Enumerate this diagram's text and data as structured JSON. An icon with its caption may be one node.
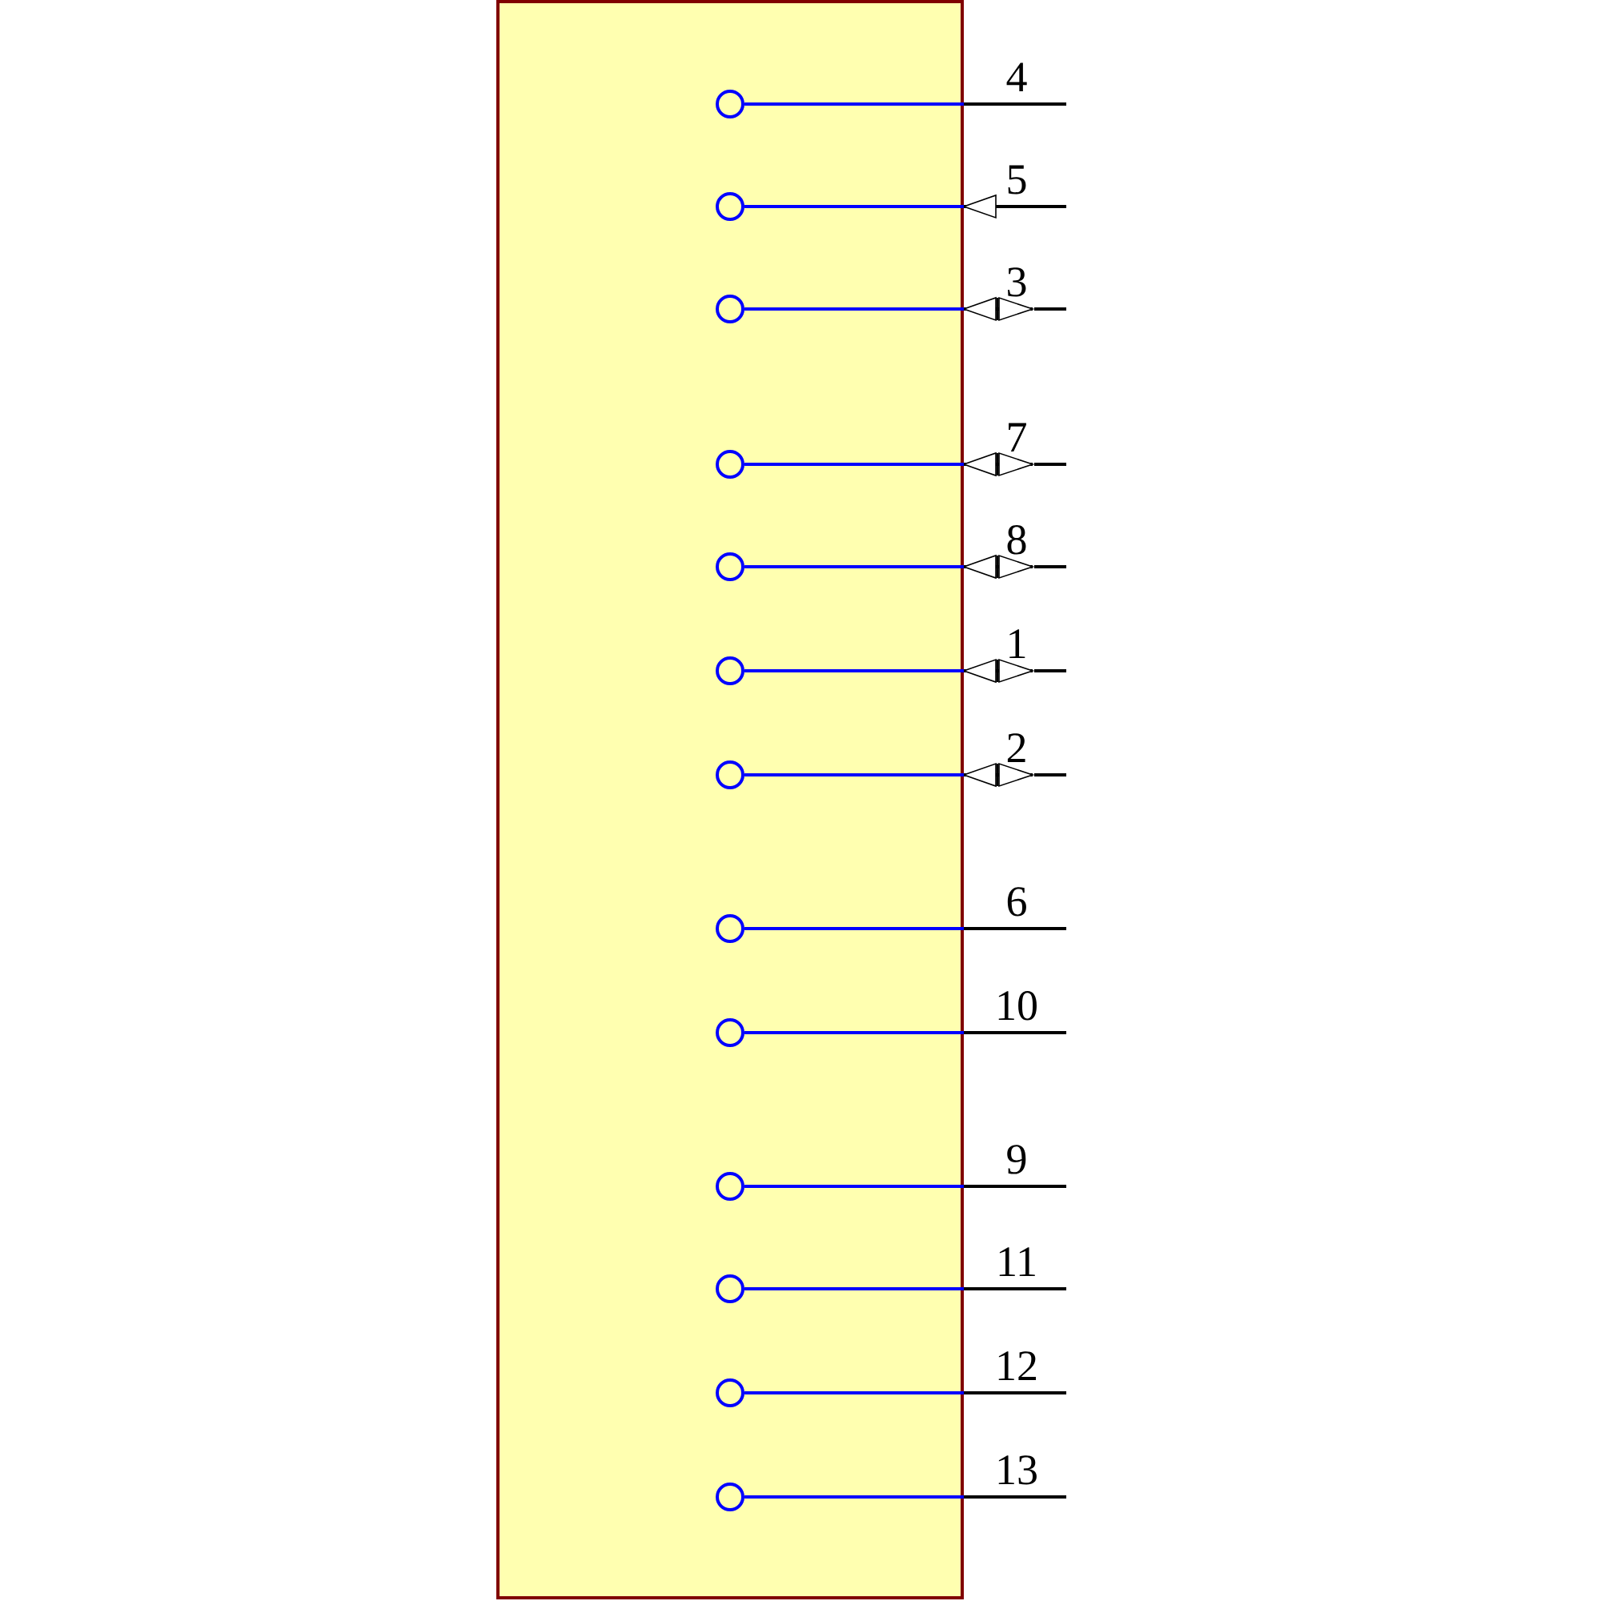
{
  "diagram": {
    "nodes": [
      {
        "text": [],
        "shape": "box"
      },
      {
        "text": [],
        "shape": "circle",
        "in": 0
      },
      {
        "text": [],
        "shape": "circle",
        "in": 0
      },
      {
        "text": [],
        "shape": "circle",
        "in": 0
      },
      {
        "text": [],
        "shape": "circle",
        "in": 0
      },
      {
        "text": [],
        "shape": "circle",
        "in": 0
      },
      {
        "text": [],
        "shape": "circle",
        "in": 0
      },
      {
        "text": [],
        "shape": "circle",
        "in": 0
      },
      {
        "text": [],
        "shape": "circle",
        "in": 0
      },
      {
        "text": [],
        "shape": "circle",
        "in": 0
      },
      {
        "text": [],
        "shape": "circle",
        "in": 0
      },
      {
        "text": [],
        "shape": "circle",
        "in": 0
      },
      {
        "text": [],
        "shape": "circle",
        "in": 0
      },
      {
        "text": [],
        "shape": "circle",
        "in": 0
      }
    ],
    "edges": [
      {
        "from": null,
        "to": 0,
        "arrow": "none",
        "label": "4"
      },
      {
        "from": 1,
        "to": 0,
        "arrow": "none",
        "color": "#0000ff"
      },
      {
        "from": null,
        "to": 0,
        "arrow": "to",
        "label": "5"
      },
      {
        "from": 2,
        "to": 0,
        "arrow": "none",
        "color": "#0000ff"
      },
      {
        "from": null,
        "to": 0,
        "arrow": "both",
        "label": "3"
      },
      {
        "from": 3,
        "to": 0,
        "arrow": "none",
        "color": "#0000ff"
      },
      {
        "from": null,
        "to": 0,
        "arrow": "both",
        "label": "7"
      },
      {
        "from": 4,
        "to": 0,
        "arrow": "none",
        "color": "#0000ff"
      },
      {
        "from": null,
        "to": 0,
        "arrow": "both",
        "label": "8"
      },
      {
        "from": 5,
        "to": 0,
        "arrow": "none",
        "color": "#0000ff"
      },
      {
        "from": null,
        "to": 0,
        "arrow": "both",
        "label": "1"
      },
      {
        "from": 6,
        "to": 0,
        "arrow": "none",
        "color": "#0000ff"
      },
      {
        "from": null,
        "to": 0,
        "arrow": "both",
        "label": "2"
      },
      {
        "from": 7,
        "to": 0,
        "arrow": "none",
        "color": "#0000ff"
      },
      {
        "from": null,
        "to": 0,
        "arrow": "none",
        "label": "6"
      },
      {
        "from": 8,
        "to": 0,
        "arrow": "none",
        "color": "#0000ff"
      },
      {
        "from": null,
        "to": 0,
        "arrow": "none",
        "label": "10"
      },
      {
        "from": 9,
        "to": 0,
        "arrow": "none",
        "color": "#0000ff"
      },
      {
        "from": null,
        "to": 0,
        "arrow": "none",
        "label": "9"
      },
      {
        "from": 10,
        "to": 0,
        "arrow": "none",
        "color": "#0000ff"
      },
      {
        "from": null,
        "to": 0,
        "arrow": "none",
        "label": "11"
      },
      {
        "from": 11,
        "to": 0,
        "arrow": "none",
        "color": "#0000ff"
      },
      {
        "from": null,
        "to": 0,
        "arrow": "none",
        "label": "12"
      },
      {
        "from": 12,
        "to": 0,
        "arrow": "none",
        "color": "#0000ff"
      },
      {
        "from": null,
        "to": 0,
        "arrow": "none",
        "label": "13"
      },
      {
        "from": 13,
        "to": 0,
        "arrow": "none",
        "color": "#0000ff"
      }
    ]
  }
}
